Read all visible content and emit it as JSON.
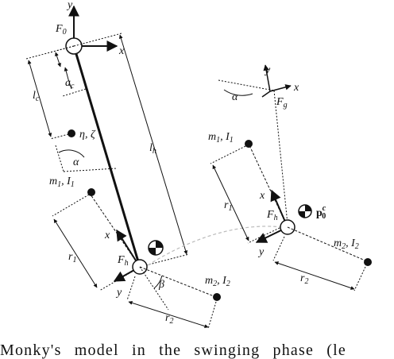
{
  "labels": {
    "F0": "F",
    "F0_sub": "0",
    "x_top": "x",
    "y_top": "y",
    "ac": "a",
    "ac_sub": "c",
    "lc": "l",
    "lc_sub": "c",
    "lh": "l",
    "lh_sub": "h",
    "eta_zeta": "η, ζ",
    "alpha_left": "α",
    "m1I1_left": "m",
    "m1I1_left_sub1": "1",
    "m1I1_left_mid": ", I",
    "m1I1_left_sub2": "1",
    "r1_left": "r",
    "r1_left_sub": "1",
    "x_hand": "x",
    "y_hand": "y",
    "Fh_left": "F",
    "Fh_left_sub": "h",
    "beta": "β",
    "m2I2_left": "m",
    "m2I2_left_sub1": "2",
    "m2I2_left_mid": ", I",
    "m2I2_left_sub2": "2",
    "r2_left": "r",
    "r2_left_sub": "2",
    "y_g": "y",
    "x_g": "x",
    "Fg": "F",
    "Fg_sub": "g",
    "alpha_right": "α",
    "m1I1_right": "m",
    "m1I1_right_sub1": "1",
    "m1I1_right_mid": ", I",
    "m1I1_right_sub2": "1",
    "r1_right": "r",
    "r1_right_sub": "1",
    "x_right": "x",
    "y_right": "y",
    "Fh_right": "F",
    "Fh_right_sub": "h",
    "p0c": "p",
    "p0c_sup": "c",
    "p0c_sub": "0",
    "m2I2_right": "m",
    "m2I2_right_sub1": "2",
    "m2I2_right_mid": ", I",
    "m2I2_right_sub2": "2",
    "r2_right": "r",
    "r2_right_sub": "2"
  },
  "caption": "Monky's model in the swinging phase (le"
}
